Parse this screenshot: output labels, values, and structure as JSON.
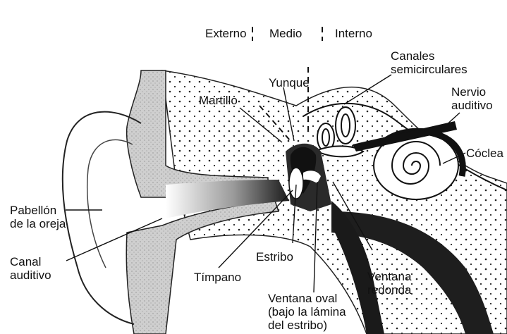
{
  "sections": {
    "externo": "Externo",
    "medio": "Medio",
    "interno": "Interno"
  },
  "labels": {
    "canales": [
      "Canales",
      "semicirculares"
    ],
    "yunque": "Yunque",
    "martillo": "Martillo",
    "nervio": [
      "Nervio",
      "auditivo"
    ],
    "coclea": "Cóclea",
    "pabellon": [
      "Pabellón",
      "de la oreja"
    ],
    "canal": [
      "Canal",
      "auditivo"
    ],
    "estribo": "Estribo",
    "timpano": "Tímpano",
    "ventana_redonda": [
      "Ventana",
      "redonda"
    ],
    "ventana_oval": [
      "Ventana oval",
      "(bajo la lámina",
      "del estribo)"
    ]
  }
}
